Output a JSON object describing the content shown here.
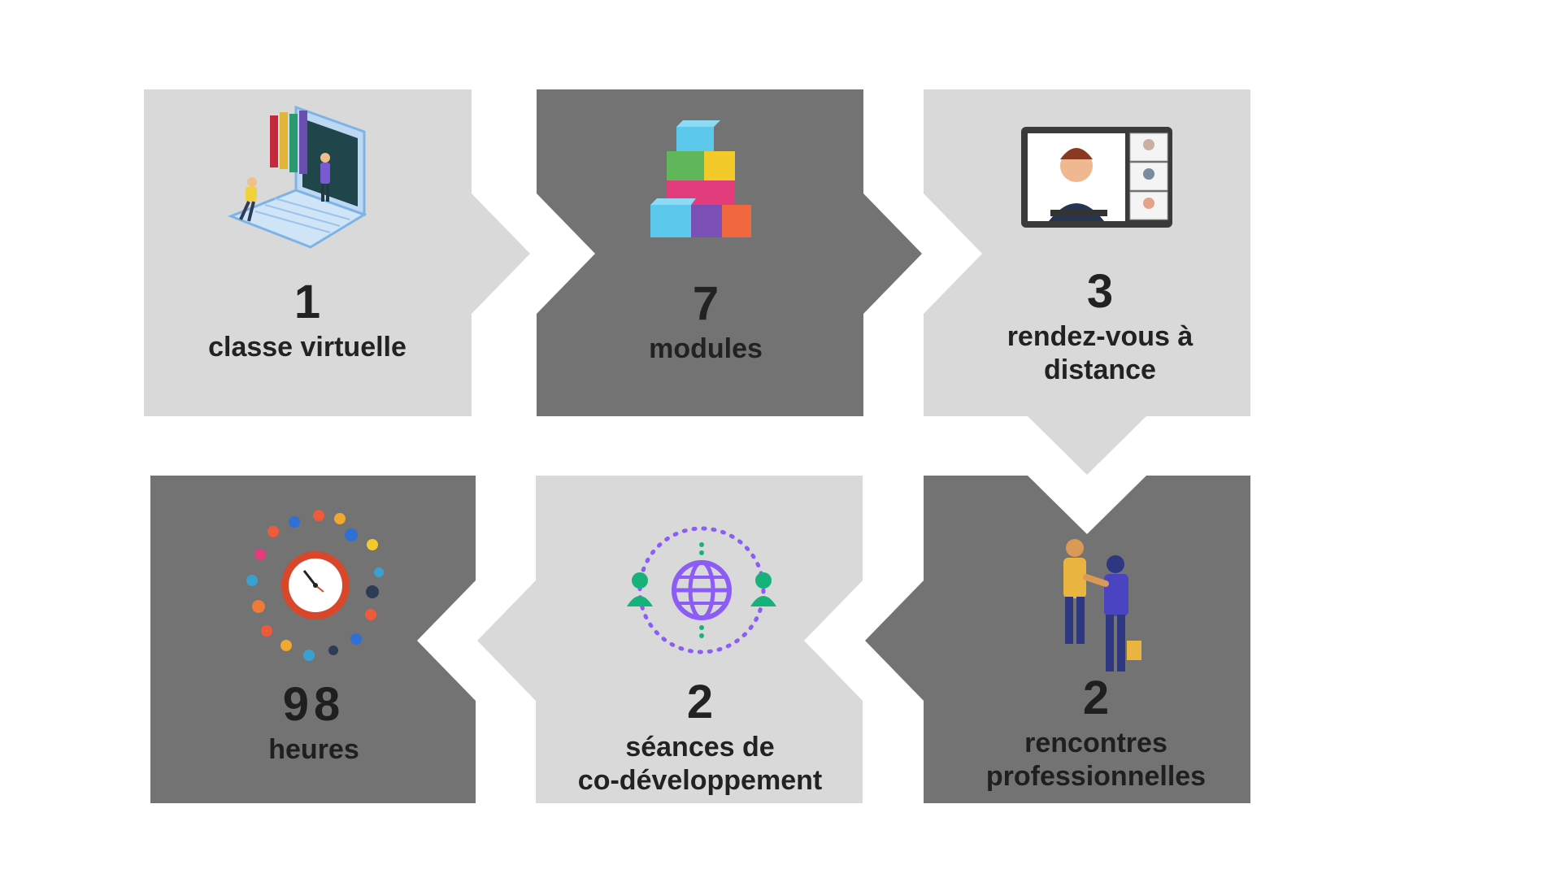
{
  "colors": {
    "light_box": "#d9d9d9",
    "dark_box": "#737373",
    "text": "#222222"
  },
  "steps": [
    {
      "number": "1",
      "lines": [
        "classe virtuelle"
      ],
      "icon": "laptop-library-icon",
      "shade": "light"
    },
    {
      "number": "7",
      "lines": [
        "modules"
      ],
      "icon": "building-blocks-icon",
      "shade": "dark"
    },
    {
      "number": "3",
      "lines": [
        "rendez-vous à",
        "distance"
      ],
      "icon": "video-call-tablet-icon",
      "shade": "light"
    },
    {
      "number": "2",
      "lines": [
        "rencontres",
        "professionnelles"
      ],
      "icon": "handshake-icon",
      "shade": "dark"
    },
    {
      "number": "2",
      "lines": [
        "séances de",
        "co-développement"
      ],
      "icon": "globe-network-icon",
      "shade": "light"
    },
    {
      "number": "98",
      "lines": [
        "heures"
      ],
      "icon": "clock-activities-icon",
      "shade": "dark"
    }
  ]
}
